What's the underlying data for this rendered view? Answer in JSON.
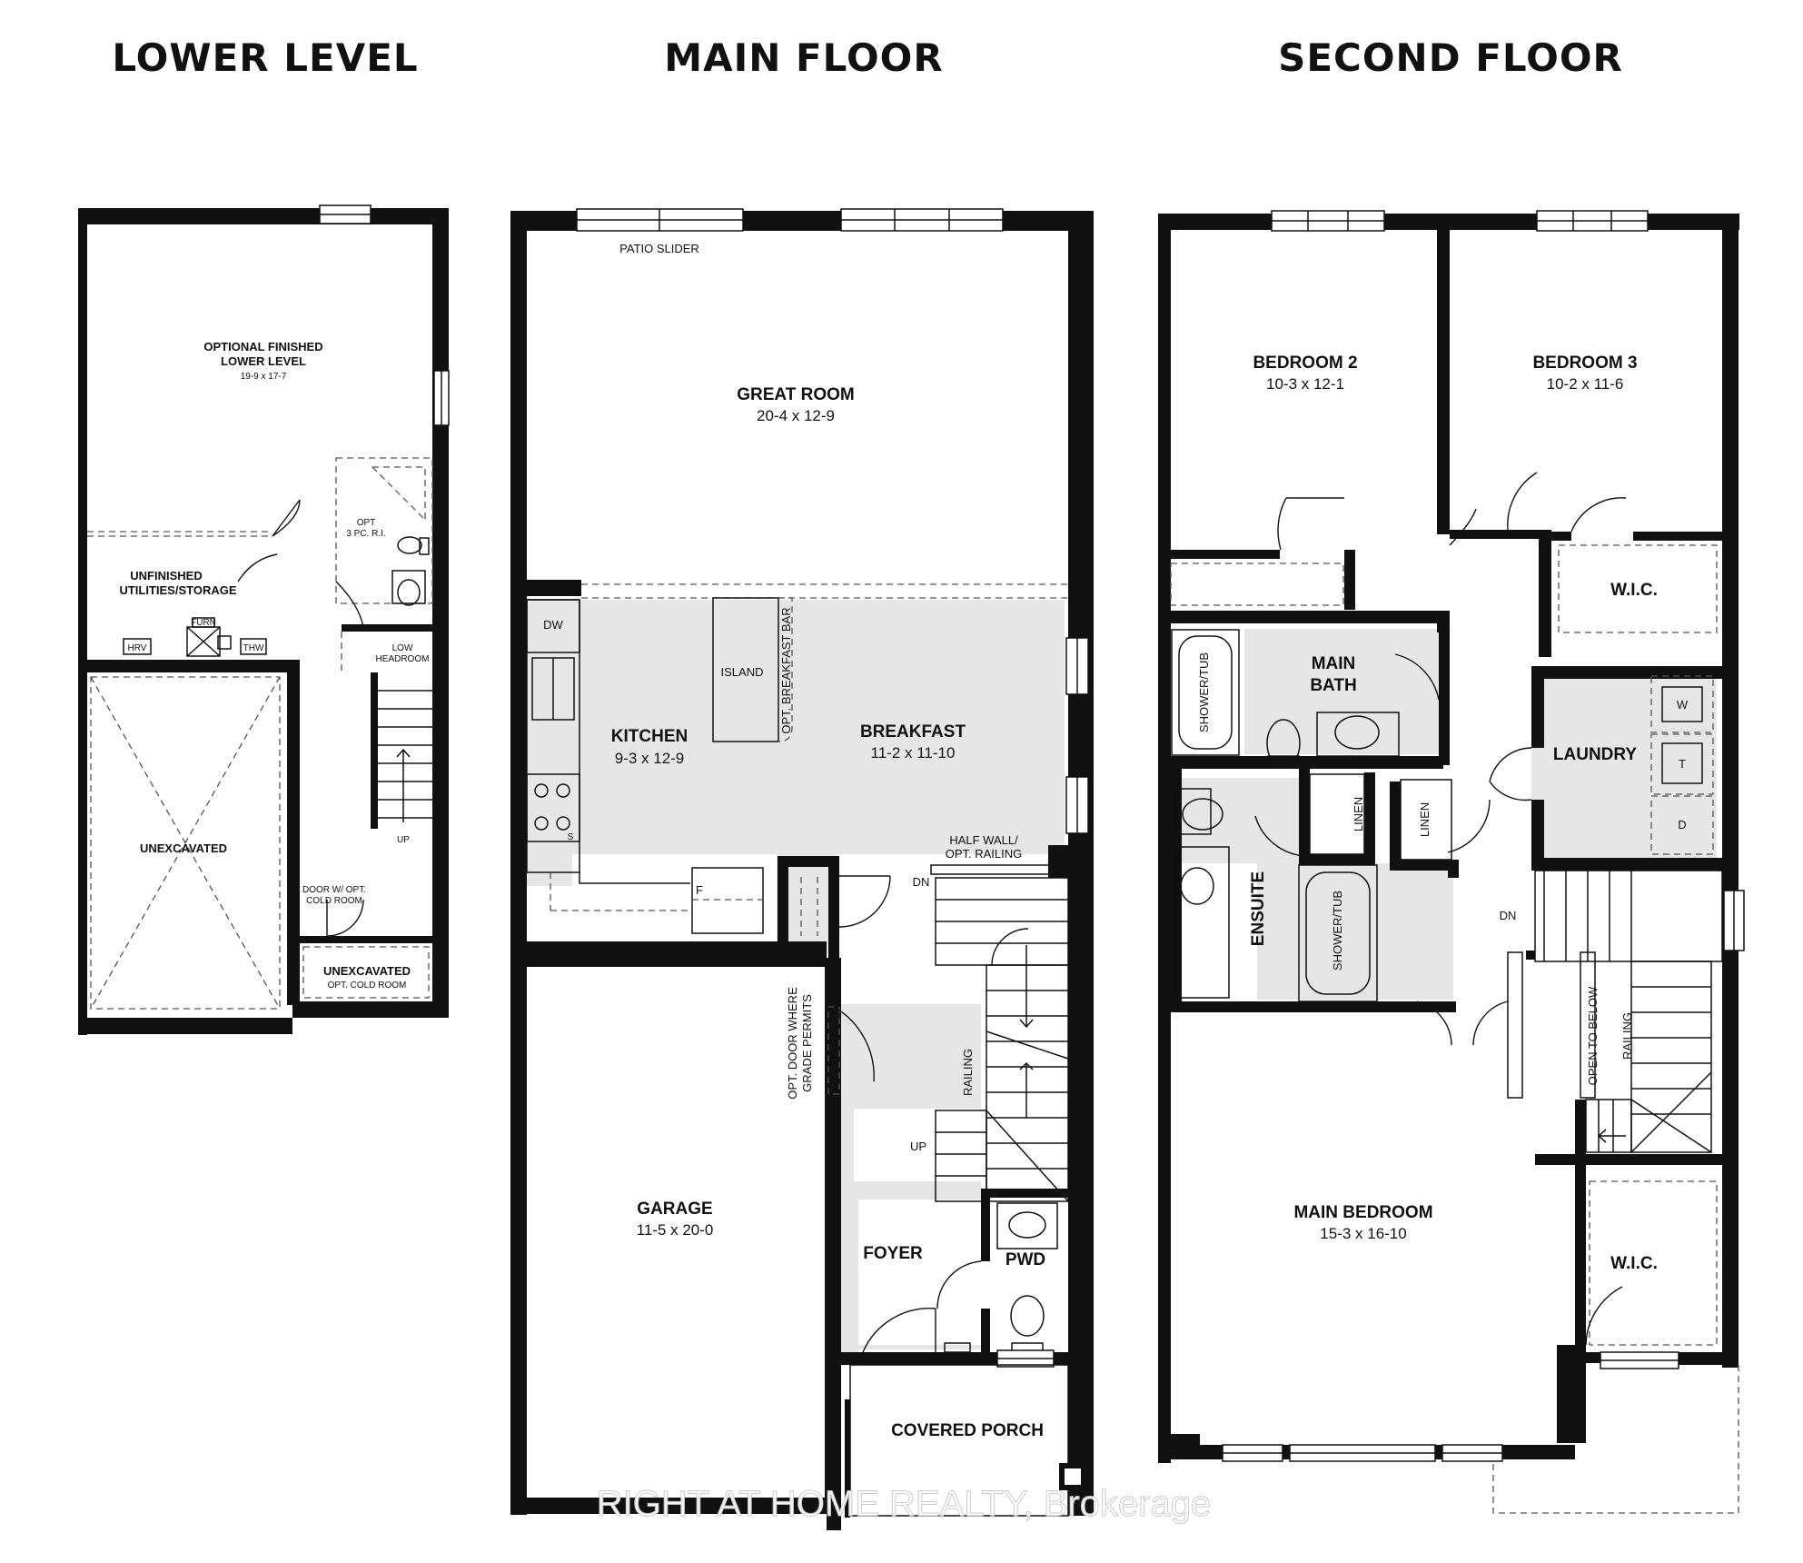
{
  "titles": {
    "lower": "LOWER LEVEL",
    "main": "MAIN FLOOR",
    "second": "SECOND FLOOR"
  },
  "lower": {
    "optional": {
      "name1": "OPTIONAL FINISHED",
      "name2": "LOWER LEVEL",
      "dim": "19-9 x 17-7"
    },
    "opt_bath": {
      "l1": "OPT",
      "l2": "3 PC. R.I."
    },
    "unfinished": {
      "l1": "UNFINISHED",
      "l2": "UTILITIES/STORAGE"
    },
    "hrv": "HRV",
    "furn": "FURN",
    "thw": "THW",
    "low_headroom": {
      "l1": "LOW",
      "l2": "HEADROOM"
    },
    "up": "UP",
    "unexcavated": "UNEXCAVATED",
    "door_cold": {
      "l1": "DOOR W/ OPT.",
      "l2": "COLD ROOM"
    },
    "unexcavated2": {
      "name": "UNEXCAVATED",
      "sub": "OPT. COLD ROOM"
    }
  },
  "main": {
    "patio": "PATIO SLIDER",
    "great_room": {
      "name": "GREAT ROOM",
      "dim": "20-4 x 12-9"
    },
    "dw": "DW",
    "island": "ISLAND",
    "breakfast_bar": "OPT. BREAKFAST BAR",
    "kitchen": {
      "name": "KITCHEN",
      "dim": "9-3 x 12-9"
    },
    "breakfast": {
      "name": "BREAKFAST",
      "dim": "11-2 x 11-10"
    },
    "half_wall": {
      "l1": "HALF WALL/",
      "l2": "OPT. RAILING"
    },
    "fridge": "F",
    "stove": "S",
    "dn": "DN",
    "up": "UP",
    "railing": "RAILING",
    "opt_door": {
      "l1": "OPT. DOOR WHERE",
      "l2": "GRADE PERMITS"
    },
    "garage": {
      "name": "GARAGE",
      "dim": "11-5 x 20-0"
    },
    "foyer": "FOYER",
    "pwd": "PWD",
    "porch": "COVERED PORCH"
  },
  "second": {
    "bedroom2": {
      "name": "BEDROOM 2",
      "dim": "10-3 x 12-1"
    },
    "bedroom3": {
      "name": "BEDROOM 3",
      "dim": "10-2 x 11-6"
    },
    "wic1": "W.I.C.",
    "main_bath": {
      "l1": "MAIN",
      "l2": "BATH"
    },
    "shower_tub": "SHOWER/TUB",
    "laundry": "LAUNDRY",
    "w": "W",
    "t": "T",
    "d": "D",
    "linen": "LINEN",
    "ensuite": "ENSUITE",
    "dn": "DN",
    "open_below": "OPEN TO BELOW",
    "railing": "RAILING",
    "main_bedroom": {
      "name": "MAIN BEDROOM",
      "dim": "15-3 x 16-10"
    },
    "wic2": "W.I.C."
  },
  "watermark": "RIGHT AT HOME REALTY, Brokerage"
}
